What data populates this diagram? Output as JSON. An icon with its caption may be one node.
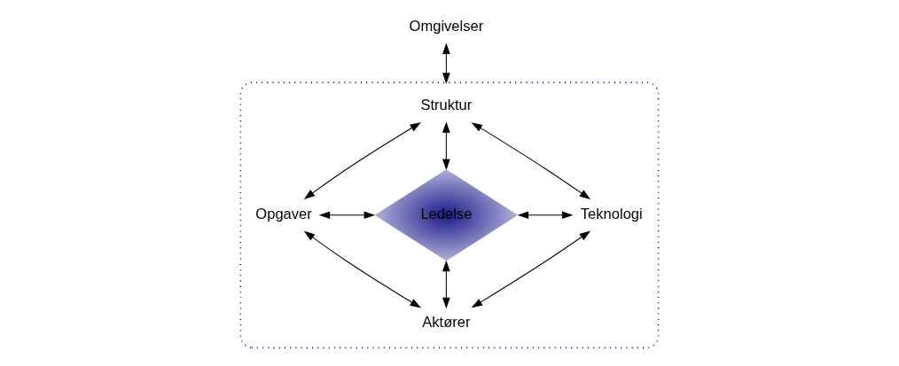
{
  "diagram": {
    "nodes": [
      {
        "text": [
          "Omgivelser"
        ]
      },
      {
        "text": [],
        "shape": "ellipse"
      },
      {
        "text": [
          "Struktur"
        ],
        "in": 1
      },
      {
        "text": [
          "Opgaver"
        ],
        "in": 1
      },
      {
        "text": [
          "Ledelse"
        ],
        "in": 1
      },
      {
        "text": [
          "Teknologi"
        ],
        "in": 1
      },
      {
        "text": [
          "Aktører"
        ],
        "in": 1
      }
    ],
    "edges": [
      {
        "from": 0,
        "to": 1,
        "arrow": "both"
      },
      {
        "from": 2,
        "to": 3,
        "arrow": "both"
      },
      {
        "from": 2,
        "to": 4,
        "arrow": "both"
      },
      {
        "from": 2,
        "to": 5,
        "arrow": "both"
      },
      {
        "from": 3,
        "to": 4,
        "arrow": "both"
      },
      {
        "from": 4,
        "to": 5,
        "arrow": "both"
      },
      {
        "from": 3,
        "to": 6,
        "arrow": "both"
      },
      {
        "from": 4,
        "to": 6,
        "arrow": "both"
      },
      {
        "from": 5,
        "to": 6,
        "arrow": "both"
      }
    ]
  }
}
